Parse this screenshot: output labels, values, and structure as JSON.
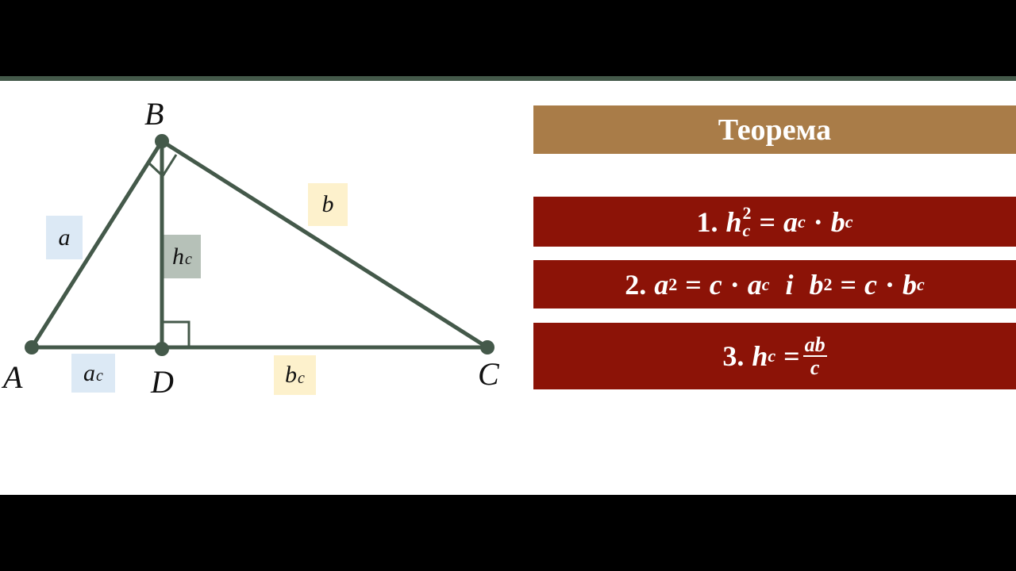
{
  "diagram": {
    "points": {
      "A": "A",
      "B": "B",
      "C": "C",
      "D": "D"
    },
    "sides": {
      "a": {
        "text": "a",
        "sub": ""
      },
      "b": {
        "text": "b",
        "sub": ""
      },
      "hc": {
        "text": "h",
        "sub": "c"
      },
      "ac": {
        "text": "a",
        "sub": "c"
      },
      "bc": {
        "text": "b",
        "sub": "c"
      }
    },
    "colors": {
      "line": "#44594a",
      "label_blue": "#dce9f5",
      "label_yellow": "#fdf1cc",
      "label_grey": "#b6c1b8"
    }
  },
  "theorem": {
    "title": "Теорема",
    "title_color": "#a97c48",
    "formula_color": "#8c1307",
    "formulas": {
      "f1": {
        "num": "1.",
        "lhs": "h",
        "lhs_sup": "2",
        "lhs_sub": "c",
        "eq": "=",
        "r1": "a",
        "r1_sub": "c",
        "dot": "·",
        "r2": "b",
        "r2_sub": "c"
      },
      "f2": {
        "num": "2.",
        "a": "a",
        "a_sup": "2",
        "eq": "=",
        "c1": "c",
        "dot": "·",
        "ac": "a",
        "ac_sub": "c",
        "conj": "i",
        "b": "b",
        "b_sup": "2",
        "eq2": "=",
        "c2": "c",
        "dot2": "·",
        "bc": "b",
        "bc_sub": "c"
      },
      "f3": {
        "num": "3.",
        "h": "h",
        "h_sub": "c",
        "eq": "=",
        "numerator": "ab",
        "denominator": "c"
      }
    }
  }
}
